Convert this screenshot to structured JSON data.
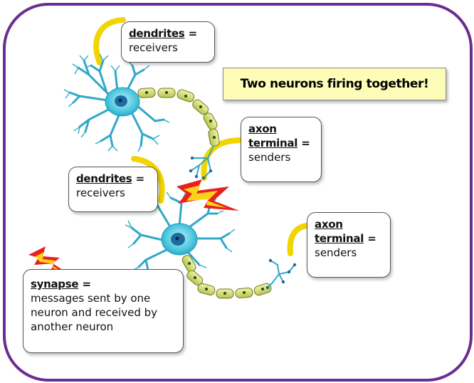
{
  "banner": {
    "text": "Two neurons firing together!"
  },
  "labels": {
    "dendrites_top": {
      "term": "dendrites",
      "eq": " =",
      "desc": "receivers"
    },
    "axon_top": {
      "term1": "axon",
      "term2": "terminal",
      "eq": " =",
      "desc": "senders"
    },
    "dendrites_mid": {
      "term": "dendrites",
      "eq": " =",
      "desc": "receivers"
    },
    "axon_bottom": {
      "term1": "axon",
      "term2": "terminal",
      "eq": " =",
      "desc": "senders"
    },
    "synapse": {
      "term": "synapse",
      "eq": " =",
      "line1": "messages sent by one",
      "line2": "neuron and received by",
      "line3": "another neuron"
    }
  },
  "colors": {
    "frame": "#6a2d91",
    "cell_body": "#45c4dc",
    "nucleus": "#1f6a9e",
    "myelin": "#d2dc6a",
    "connector": "#f2d400",
    "lightning_outer": "#e8201e",
    "lightning_inner": "#ffd21a",
    "banner_bg": "#fdfdb8"
  },
  "icons": [
    "neuron-icon",
    "lightning-bolt-icon",
    "curved-arrow-icon"
  ]
}
